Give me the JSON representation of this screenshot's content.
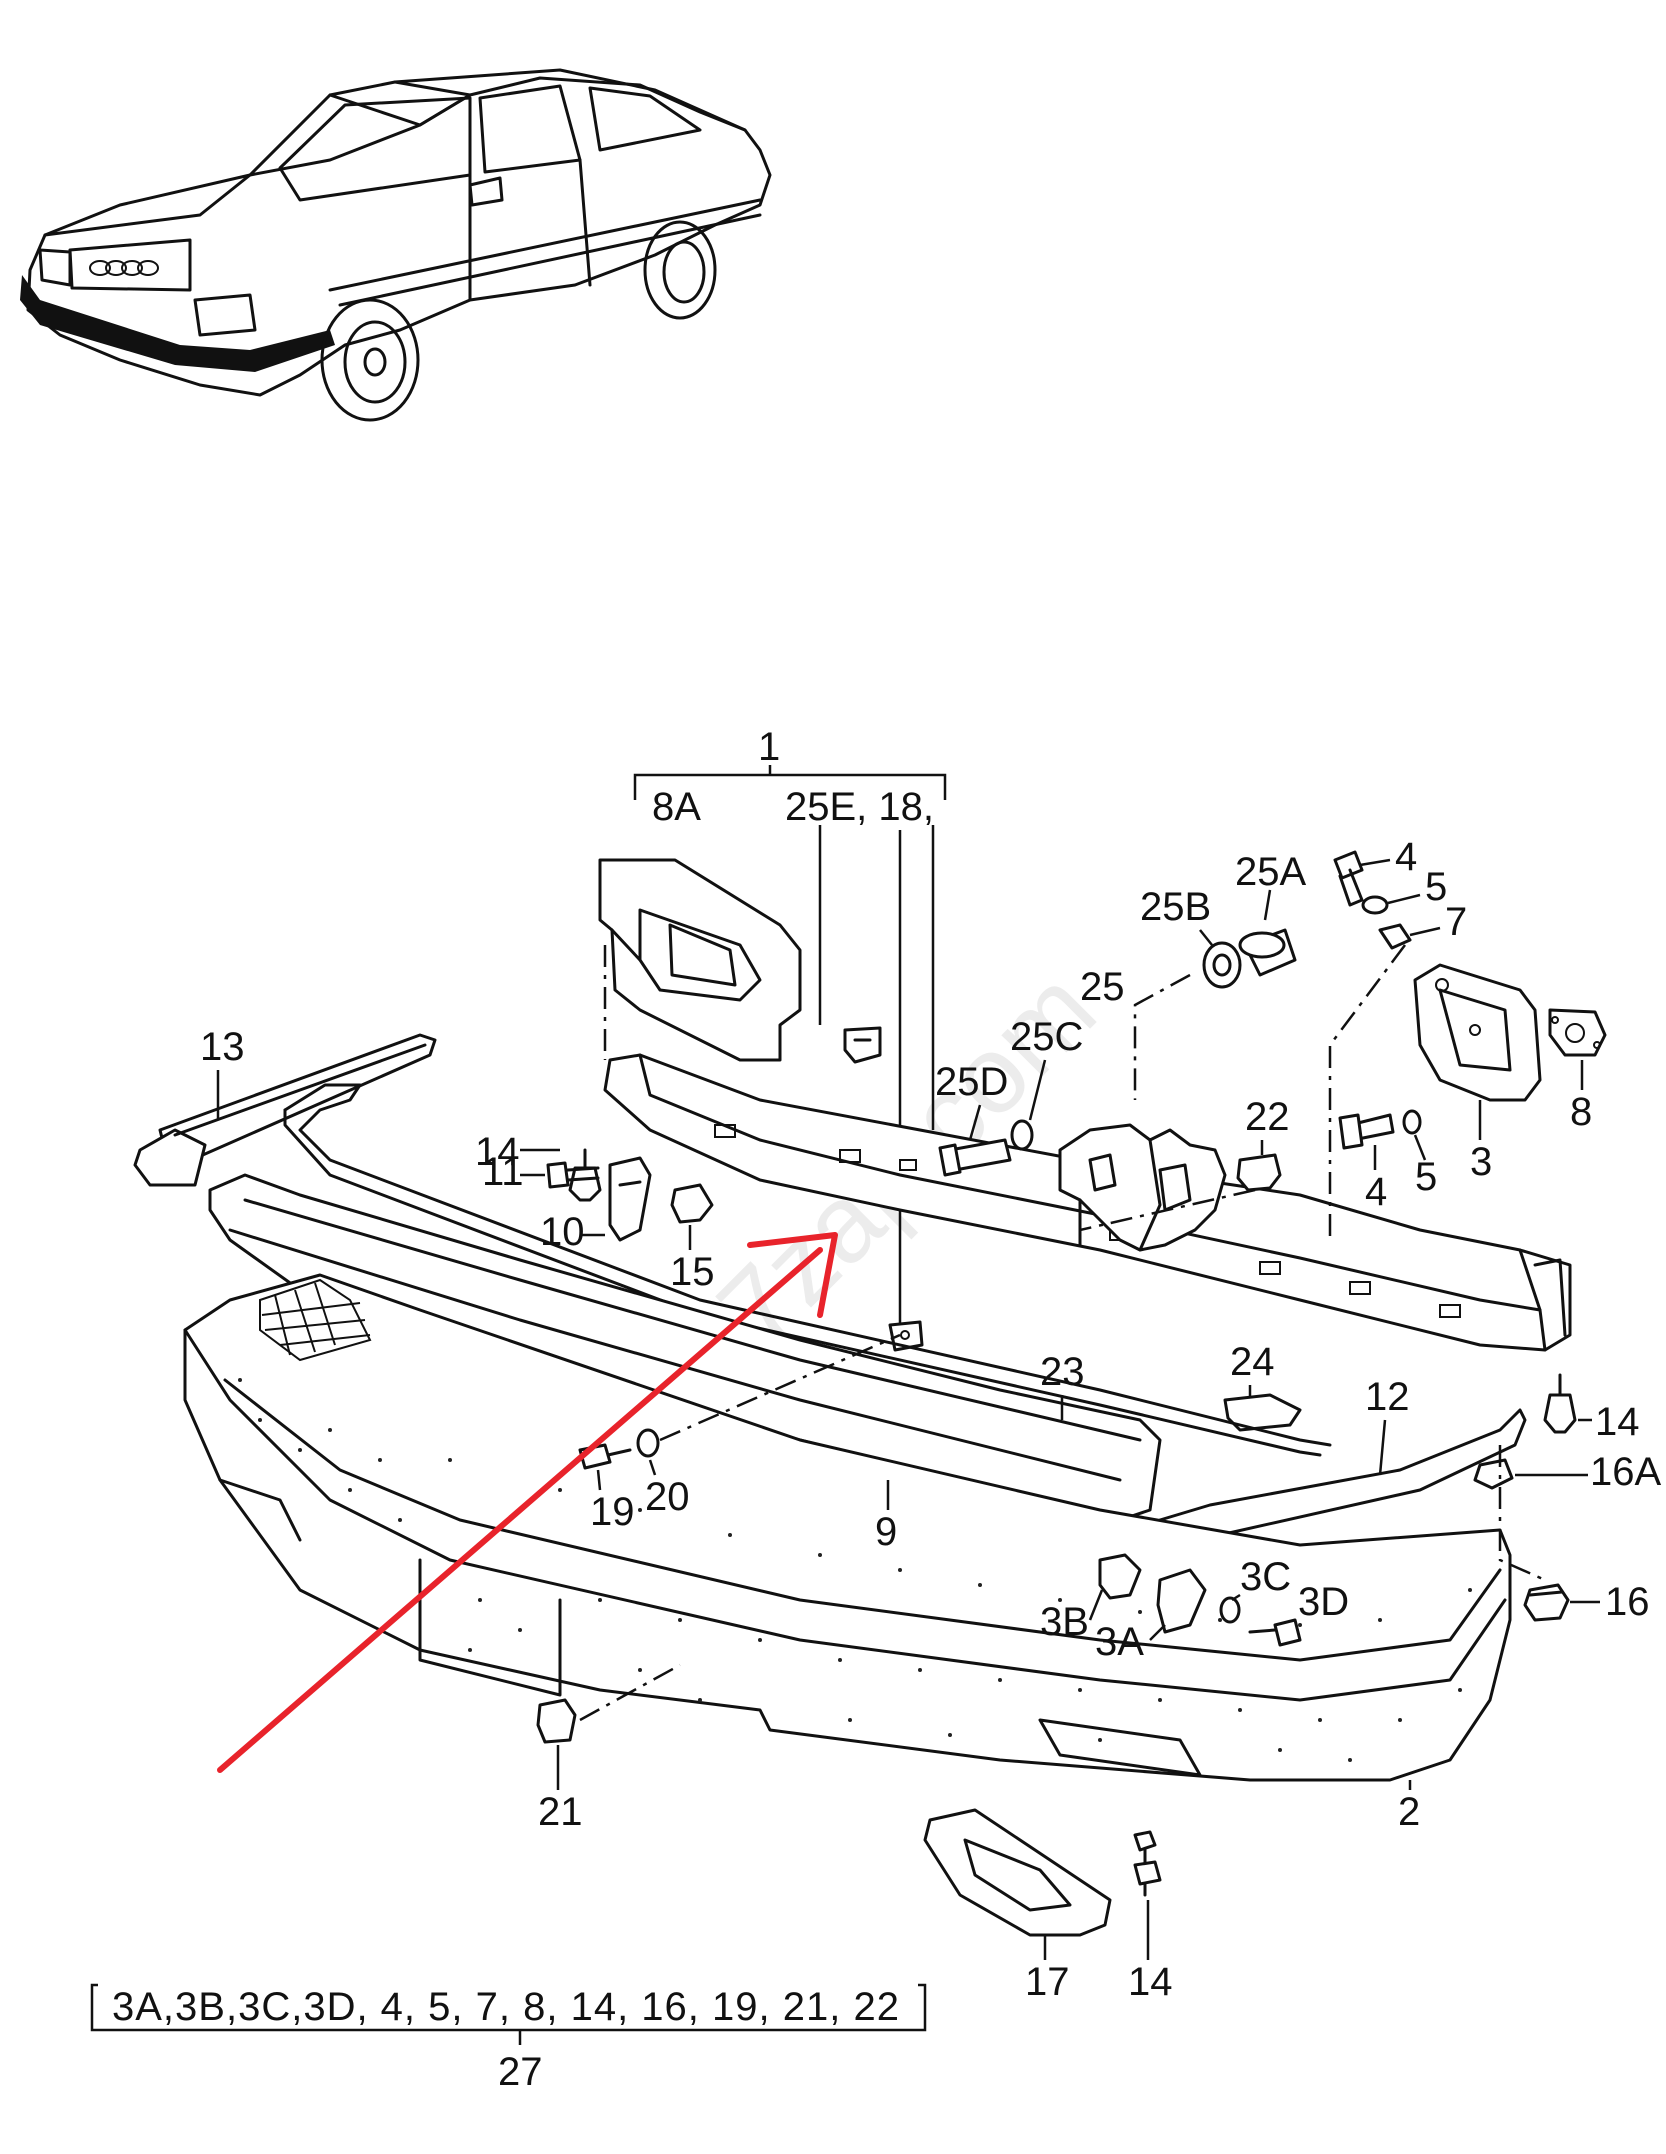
{
  "watermark": "7zap.com",
  "kit_bracket": {
    "parts_text": "3A,3B,3C,3D, 4,  5,  7,  8,  14,  16,  19,  21,  22",
    "number": "27"
  },
  "assembly_bracket": {
    "number": "1",
    "label_8a": "8A",
    "label_25e": "25E, 18,"
  },
  "callouts": {
    "c13": "13",
    "c14_left": "14",
    "c11": "11",
    "c10": "10",
    "c15": "15",
    "c25b": "25B",
    "c25a": "25A",
    "c25": "25",
    "c25c": "25C",
    "c25d": "25D",
    "c4_top": "4",
    "c5_top": "5",
    "c7": "7",
    "c8": "8",
    "c3": "3",
    "c4_mid": "4",
    "c5_mid": "5",
    "c22": "22",
    "c14_right": "14",
    "c16a": "16A",
    "c16": "16",
    "c23": "23",
    "c24": "24",
    "c12": "12",
    "c9": "9",
    "c19": "19",
    "c20": "20",
    "c3c": "3C",
    "c3b": "3B",
    "c3a": "3A",
    "c3d": "3D",
    "c21": "21",
    "c2": "2",
    "c17": "17",
    "c14_bottom": "14"
  },
  "colors": {
    "highlight_arrow": "#e8232b",
    "line": "#111111"
  }
}
